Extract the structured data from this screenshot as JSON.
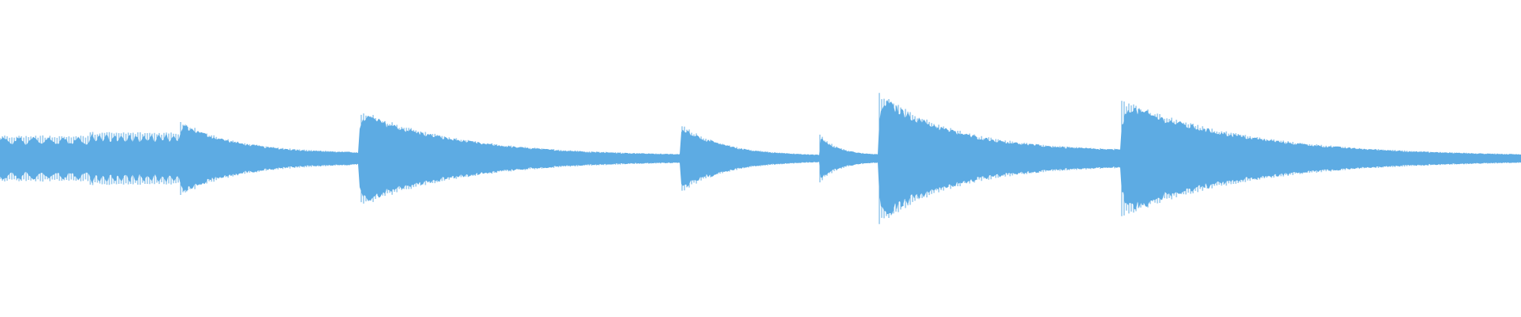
{
  "waveform": {
    "color": "#5DABE3",
    "background": "#FFFFFF",
    "peaks_description": "audio-amplitude-envelope",
    "segments": [
      {
        "start": 0.0,
        "end": 0.059,
        "attack": 0.13,
        "tail": 0.12,
        "ripple": 1
      },
      {
        "start": 0.059,
        "end": 0.118,
        "attack": 0.15,
        "tail": 0.13,
        "ripple": 2
      },
      {
        "start": 0.118,
        "end": 0.236,
        "attack": 0.22,
        "tail": 0.03,
        "ripple": 0
      },
      {
        "start": 0.236,
        "end": 0.447,
        "attack": 0.28,
        "tail": 0.015,
        "ripple": 0
      },
      {
        "start": 0.447,
        "end": 0.539,
        "attack": 0.2,
        "tail": 0.015,
        "ripple": 0
      },
      {
        "start": 0.539,
        "end": 0.578,
        "attack": 0.14,
        "tail": 0.02,
        "ripple": 0
      },
      {
        "start": 0.578,
        "end": 0.737,
        "attack": 0.38,
        "tail": 0.04,
        "ripple": 0
      },
      {
        "start": 0.737,
        "end": 1.0,
        "attack": 0.34,
        "tail": 0.012,
        "ripple": 0
      }
    ]
  }
}
